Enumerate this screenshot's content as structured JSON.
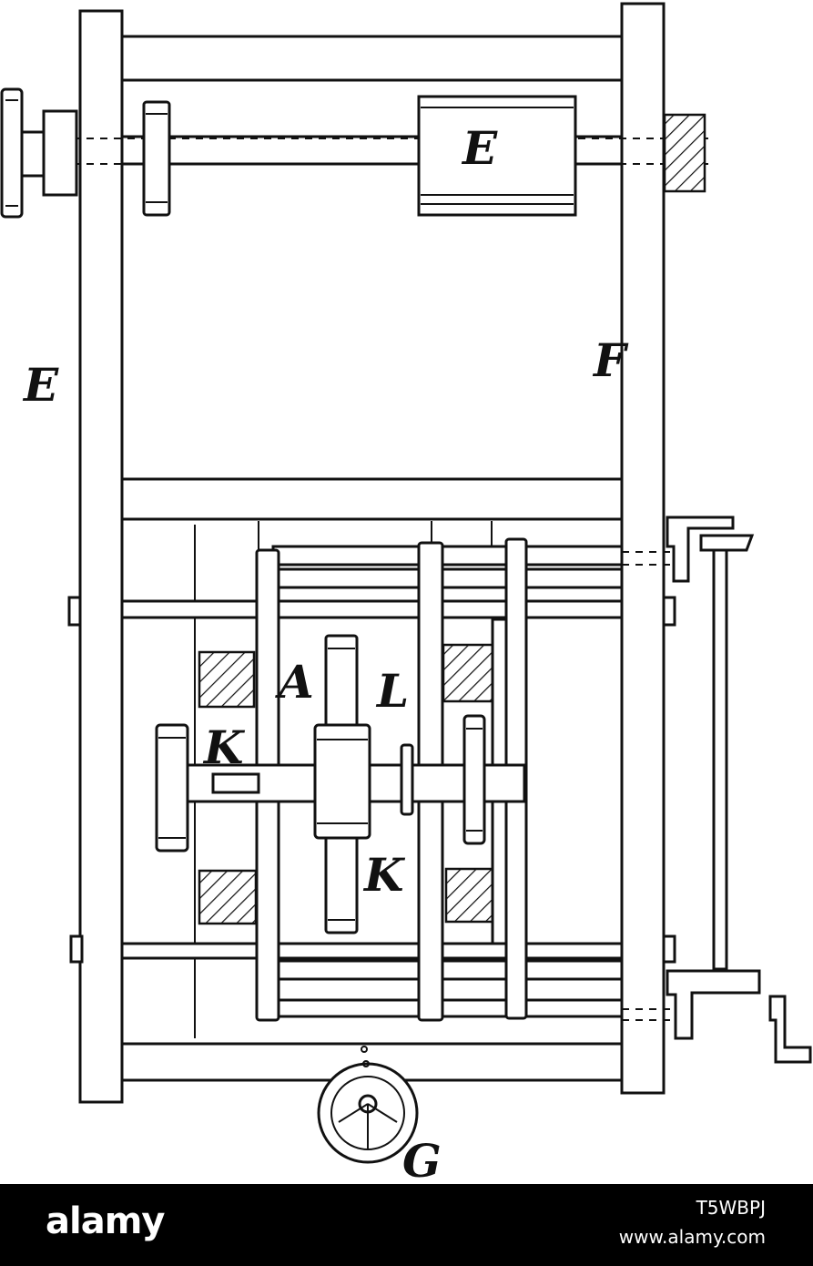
{
  "labels": {
    "top_e": "E",
    "left_e": "E",
    "right_f": "F",
    "a": "A",
    "l": "L",
    "k_left": "K",
    "k_bottom": "K",
    "g": "G"
  },
  "footer": {
    "brand": "alamy",
    "image_id": "T5WBPJ",
    "site": "www.alamy.com"
  },
  "colors": {
    "ink": "#111111",
    "footer_bg": "#000000",
    "paper": "#ffffff"
  }
}
